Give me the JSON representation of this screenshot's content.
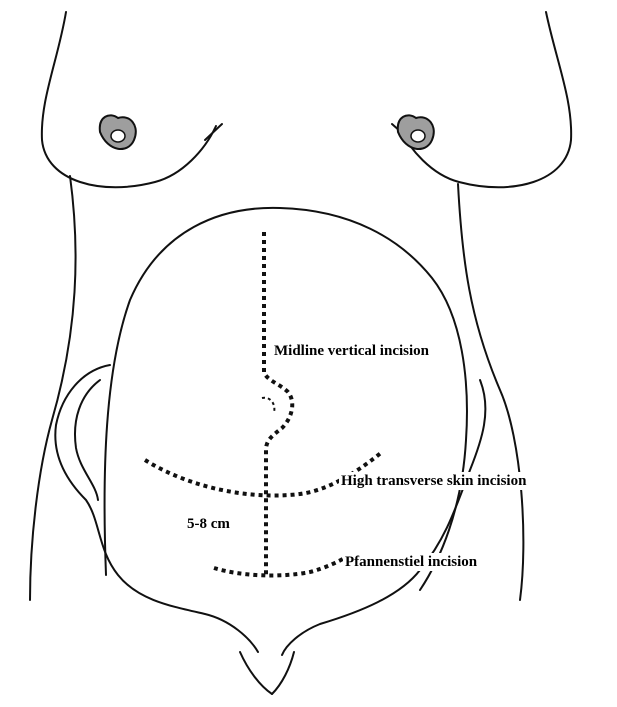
{
  "labels": {
    "midline": "Midline vertical incision",
    "high_transverse": "High transverse skin incision",
    "pfannenstiel": "Pfannenstiel incision",
    "distance": "5-8 cm"
  },
  "colors": {
    "outline": "#111111",
    "areola_fill": "#9e9e9e",
    "background": "#ffffff"
  }
}
